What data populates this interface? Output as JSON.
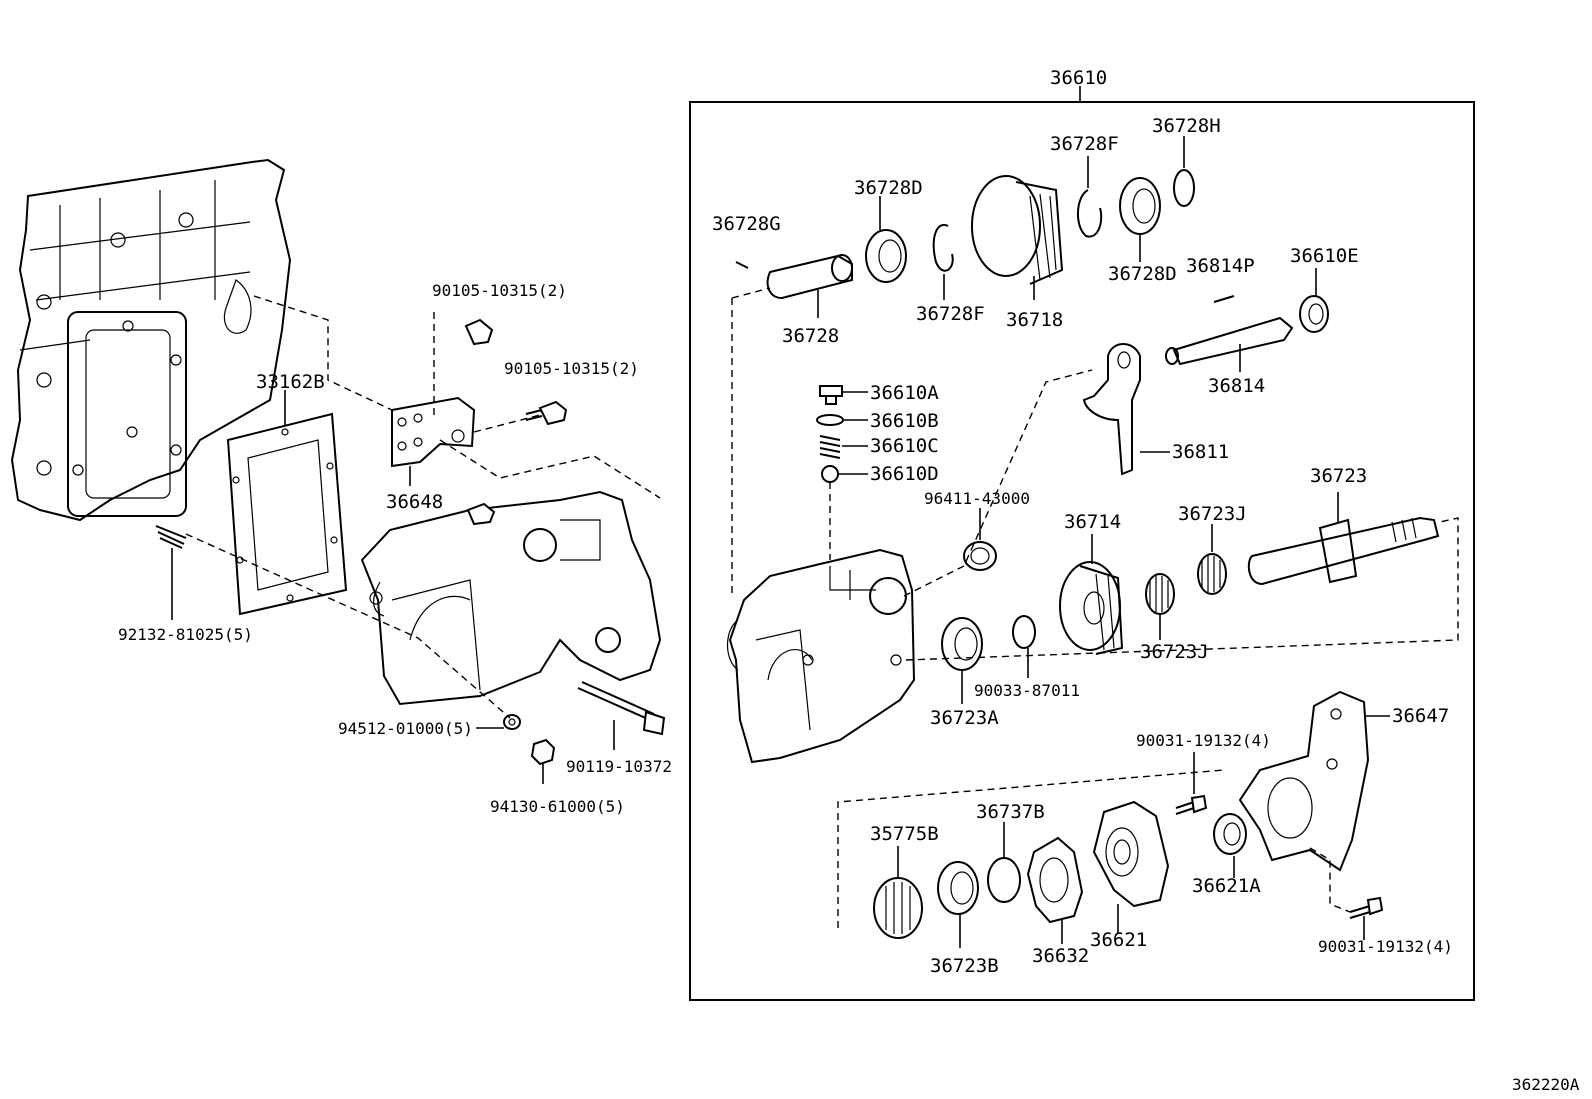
{
  "diagram": {
    "assembly_label": "36610",
    "reference_code": "362220A"
  },
  "labels": {
    "p33162B": "33162B",
    "p92132": "92132-81025(5)",
    "p90105a": "90105-10315(2)",
    "p90105b": "90105-10315(2)",
    "p36648": "36648",
    "p94512": "94512-01000(5)",
    "p90119": "90119-10372",
    "p94130": "94130-61000(5)",
    "p36728G": "36728G",
    "p36728D_a": "36728D",
    "p36728": "36728",
    "p36728F_a": "36728F",
    "p36718": "36718",
    "p36728F_b": "36728F",
    "p36728H": "36728H",
    "p36728D_b": "36728D",
    "p36814P": "36814P",
    "p36610E": "36610E",
    "p36814": "36814",
    "p36610A": "36610A",
    "p36610B": "36610B",
    "p36610C": "36610C",
    "p36610D": "36610D",
    "p36811": "36811",
    "p96411": "96411-43000",
    "p36714": "36714",
    "p36723J_a": "36723J",
    "p36723": "36723",
    "p36723J_b": "36723J",
    "p90033": "90033-87011",
    "p36723A": "36723A",
    "p36647": "36647",
    "p90031a": "90031-19132(4)",
    "p35775B": "35775B",
    "p36737B": "36737B",
    "p36621A": "36621A",
    "p36723B": "36723B",
    "p36632": "36632",
    "p36621": "36621",
    "p90031b": "90031-19132(4)"
  }
}
